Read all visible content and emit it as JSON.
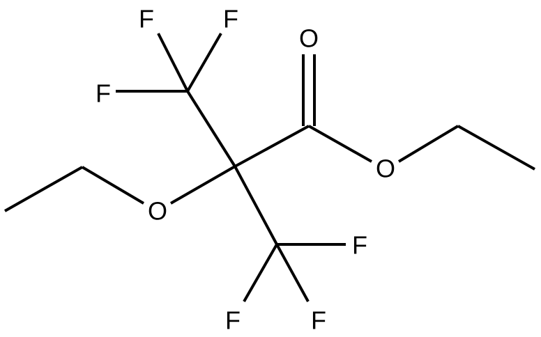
{
  "molecule": {
    "atoms": {
      "o_carbonyl": "O",
      "o_ester": "O",
      "o_ether": "O",
      "f_top_left": "F",
      "f_top_right": "F",
      "f_left": "F",
      "f_right": "F",
      "f_bottom_left": "F",
      "f_bottom_right": "F"
    }
  }
}
